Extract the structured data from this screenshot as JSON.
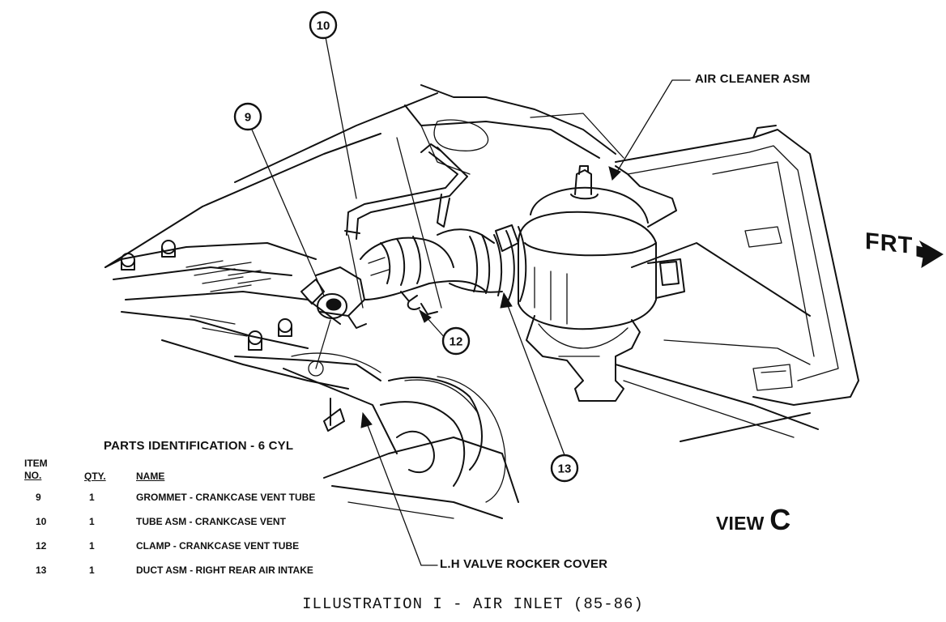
{
  "labels": {
    "air_cleaner": "AIR CLEANER ASM",
    "valve_cover": "L.H VALVE ROCKER COVER",
    "front": "FRT",
    "view_word": "VIEW",
    "view_letter": "C",
    "caption": "ILLUSTRATION I - AIR INLET (85-86)"
  },
  "callouts": {
    "c9": "9",
    "c10": "10",
    "c12": "12",
    "c13": "13"
  },
  "parts": {
    "title": "PARTS IDENTIFICATION - 6 CYL",
    "header": {
      "item_line1": "ITEM",
      "item_line2": "NO.",
      "qty": "QTY.",
      "name": "NAME"
    },
    "rows": [
      {
        "no": "9",
        "qty": "1",
        "name": "GROMMET - CRANKCASE VENT TUBE"
      },
      {
        "no": "10",
        "qty": "1",
        "name": "TUBE ASM - CRANKCASE VENT"
      },
      {
        "no": "12",
        "qty": "1",
        "name": "CLAMP - CRANKCASE VENT TUBE"
      },
      {
        "no": "13",
        "qty": "1",
        "name": "DUCT ASM - RIGHT REAR AIR INTAKE"
      }
    ]
  }
}
